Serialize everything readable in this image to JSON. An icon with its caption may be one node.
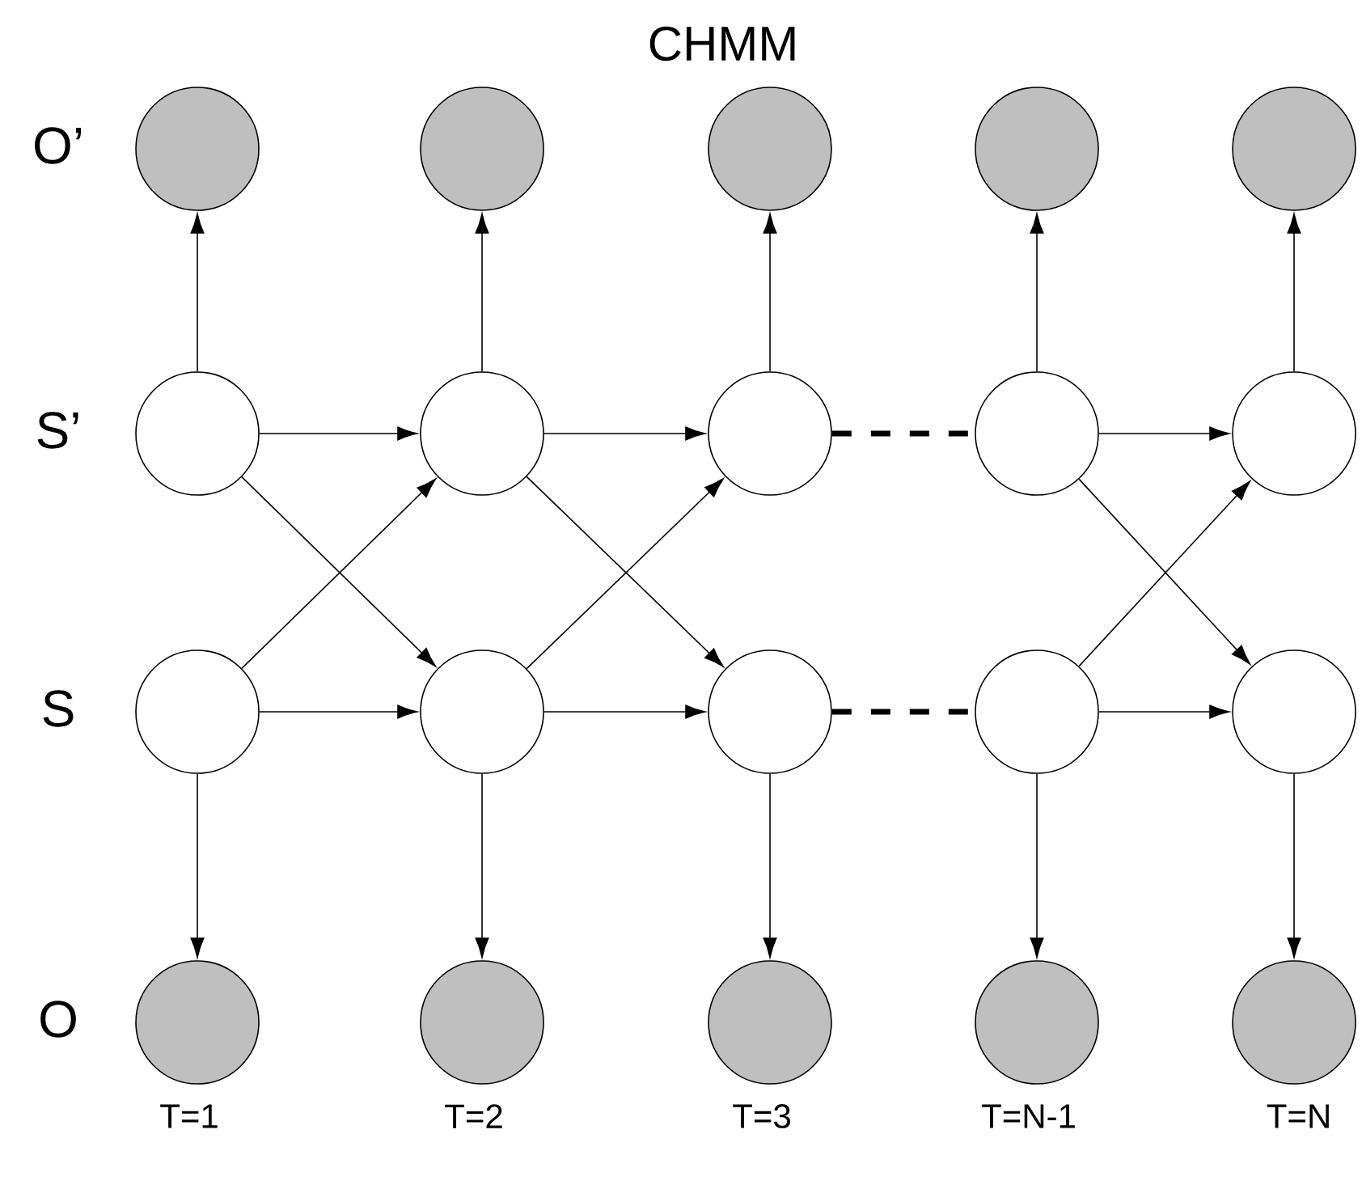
{
  "diagram": {
    "title": "CHMM",
    "nodes": [
      {
        "text": [],
        "shape": "circle"
      },
      {
        "text": [],
        "shape": "circle"
      },
      {
        "text": [],
        "shape": "circle"
      },
      {
        "text": [],
        "shape": "circle"
      },
      {
        "text": [],
        "shape": "circle"
      },
      {
        "text": [],
        "shape": "circle"
      },
      {
        "text": [],
        "shape": "circle"
      },
      {
        "text": [],
        "shape": "circle"
      },
      {
        "text": [],
        "shape": "circle"
      },
      {
        "text": [],
        "shape": "circle"
      },
      {
        "text": [],
        "shape": "circle"
      },
      {
        "text": [],
        "shape": "circle"
      },
      {
        "text": [],
        "shape": "circle"
      },
      {
        "text": [],
        "shape": "circle"
      },
      {
        "text": [],
        "shape": "circle"
      },
      {
        "text": [],
        "shape": "circle"
      },
      {
        "text": [],
        "shape": "circle"
      },
      {
        "text": [],
        "shape": "circle"
      },
      {
        "text": [],
        "shape": "circle"
      },
      {
        "text": [],
        "shape": "circle"
      }
    ],
    "edges": [
      {
        "from": 5,
        "to": 0,
        "arrow": "to"
      },
      {
        "from": 6,
        "to": 1,
        "arrow": "to"
      },
      {
        "from": 7,
        "to": 2,
        "arrow": "to"
      },
      {
        "from": 8,
        "to": 3,
        "arrow": "to"
      },
      {
        "from": 9,
        "to": 4,
        "arrow": "to"
      },
      {
        "from": 5,
        "to": 6,
        "arrow": "to"
      },
      {
        "from": 6,
        "to": 7,
        "arrow": "to"
      },
      {
        "from": 7,
        "to": 8,
        "arrow": "none",
        "style": "dashed"
      },
      {
        "from": 8,
        "to": 9,
        "arrow": "to"
      },
      {
        "from": 5,
        "to": 11,
        "arrow": "to"
      },
      {
        "from": 10,
        "to": 6,
        "arrow": "to"
      },
      {
        "from": 6,
        "to": 12,
        "arrow": "to"
      },
      {
        "from": 11,
        "to": 7,
        "arrow": "to"
      },
      {
        "from": 8,
        "to": 14,
        "arrow": "to"
      },
      {
        "from": 13,
        "to": 9,
        "arrow": "to"
      },
      {
        "from": 10,
        "to": 11,
        "arrow": "to"
      },
      {
        "from": 11,
        "to": 12,
        "arrow": "to"
      },
      {
        "from": 12,
        "to": 13,
        "arrow": "none",
        "style": "dashed"
      },
      {
        "from": 13,
        "to": 14,
        "arrow": "to"
      },
      {
        "from": 10,
        "to": 15,
        "arrow": "to"
      },
      {
        "from": 11,
        "to": 16,
        "arrow": "to"
      },
      {
        "from": 12,
        "to": 17,
        "arrow": "to"
      },
      {
        "from": 13,
        "to": 18,
        "arrow": "to"
      },
      {
        "from": 14,
        "to": 19,
        "arrow": "to"
      }
    ],
    "labels": [
      "O’",
      "S’",
      "S",
      "O",
      "T=1",
      "T=2",
      "T=3",
      "T=N-1",
      "T=N"
    ]
  }
}
